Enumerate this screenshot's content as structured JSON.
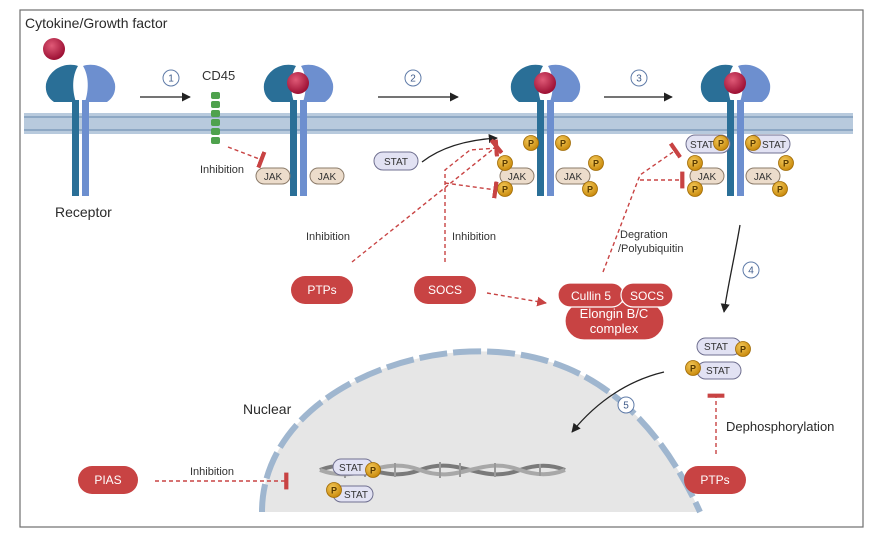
{
  "labels": {
    "title": "Cytokine/Growth factor",
    "receptor": "Receptor",
    "cd45": "CD45",
    "nuclear": "Nuclear",
    "inhibition": "Inhibition",
    "degradation_line1": "Degration",
    "degradation_line2": "/Polyubiquitin",
    "dephosphorylation": "Dephosphorylation"
  },
  "steps": [
    "1",
    "2",
    "3",
    "4",
    "5"
  ],
  "molecules": {
    "jak": "JAK",
    "stat": "STAT",
    "p": "P",
    "ptps": "PTPs",
    "socs": "SOCS",
    "pias": "PIAS",
    "cullin5": "Cullin 5",
    "elongin_line1": "Elongin B/C",
    "elongin_line2": "complex"
  },
  "colors": {
    "receptor_dark": "#2a6f97",
    "receptor_light": "#6d8fcf",
    "ligand": "#b7163f",
    "membrane": "#b3c7db",
    "cd45": "#4ea24d",
    "jak_fill": "#ecdccb",
    "stat_fill": "#e2e2f3",
    "phospho": "#e0a21a",
    "inhibitor_red": "#c84343",
    "nucleus_fill": "#e6e6e6",
    "nucleus_edge": "#9fb6cf"
  }
}
